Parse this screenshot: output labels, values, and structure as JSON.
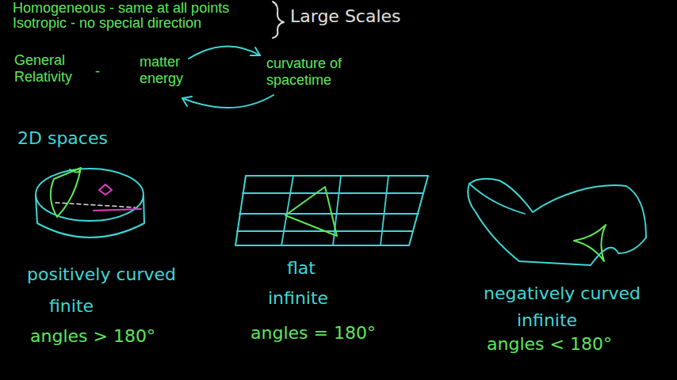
{
  "diagram": {
    "labels": [
      "Homogeneous - same at all points",
      "Isotropic - no special direction",
      "Large Scales",
      "General Relativity",
      "-",
      "matter energy",
      "curvature of spacetime",
      "2D spaces",
      "positively curved",
      "finite",
      "angles > 180°",
      "flat",
      "infinite",
      "angles = 180°",
      "negatively curved",
      "infinite",
      "angles < 180°"
    ]
  }
}
